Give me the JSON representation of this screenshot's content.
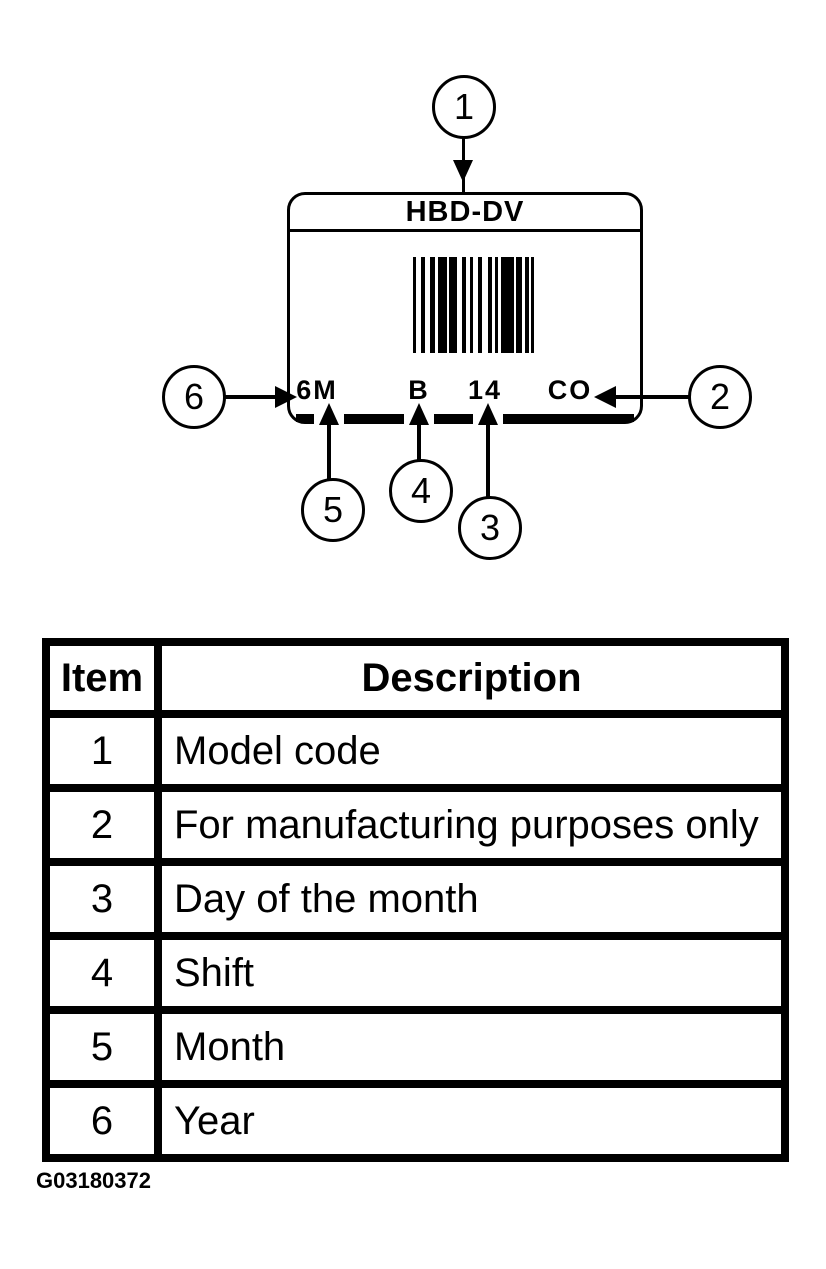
{
  "figure": {
    "id": "G03180372",
    "label": {
      "model_code": "HBD-DV",
      "codes": [
        "6M",
        "B",
        "14",
        "CO"
      ]
    },
    "callouts": [
      "1",
      "2",
      "3",
      "4",
      "5",
      "6"
    ],
    "barcode": {
      "bars": [
        [
          3,
          5
        ],
        [
          4,
          5
        ],
        [
          5,
          3
        ],
        [
          9,
          2
        ],
        [
          8,
          5
        ],
        [
          4,
          4
        ],
        [
          3,
          5
        ],
        [
          4,
          6
        ],
        [
          4,
          3
        ],
        [
          3,
          3
        ],
        [
          13,
          2
        ],
        [
          6,
          3
        ],
        [
          4,
          2
        ],
        [
          3,
          0
        ]
      ]
    }
  },
  "table": {
    "headers": {
      "item": "Item",
      "description": "Description"
    },
    "rows": [
      {
        "item": "1",
        "description": "Model code"
      },
      {
        "item": "2",
        "description": "For manufacturing purposes only"
      },
      {
        "item": "3",
        "description": "Day of the month"
      },
      {
        "item": "4",
        "description": "Shift"
      },
      {
        "item": "5",
        "description": "Month"
      },
      {
        "item": "6",
        "description": "Year"
      }
    ]
  },
  "colors": {
    "ink": "#000000",
    "paper": "#ffffff"
  }
}
